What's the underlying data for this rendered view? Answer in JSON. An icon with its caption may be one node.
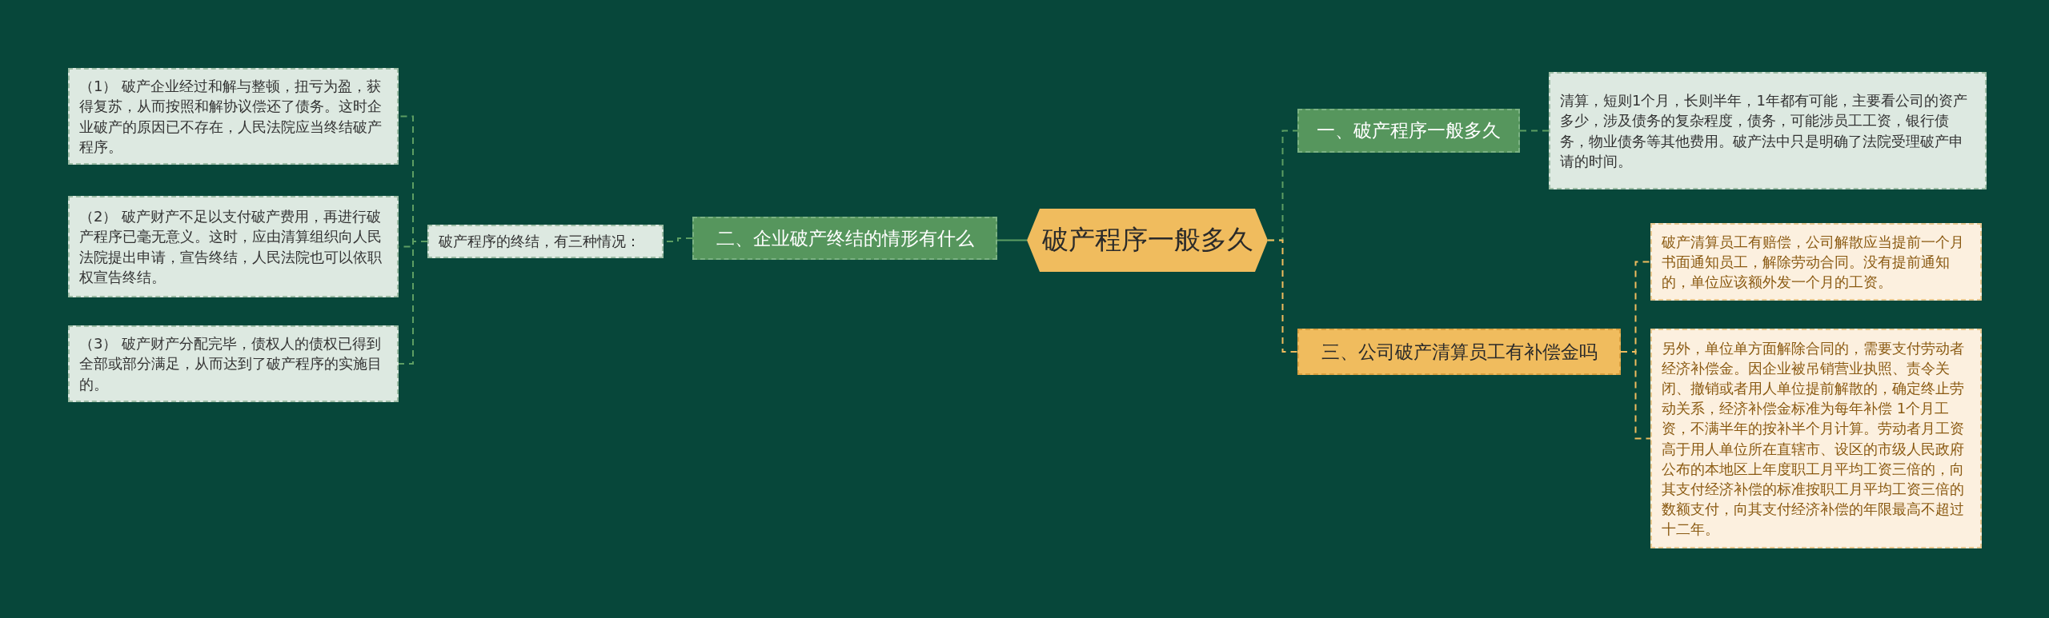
{
  "diagram": {
    "nodes": [
      {
        "text": [
          "破产程序一般多久"
        ]
      },
      {
        "text": [
          "二、企业破产终结的情形有什么"
        ]
      },
      {
        "text": [
          "破产程序的终结，有三种情况："
        ]
      },
      {
        "text": [
          "（1） 破产企业经过和解与整顿，扭亏为盈，获得复苏，从而按照和解协议偿还了债务。这时企业破产的原因已不存在，人民法院应当终结破产程序。"
        ]
      },
      {
        "text": [
          "（2） 破产财产不足以支付破产费用，再进行破产程序已毫无意义。这时，应由清算组织向人民法院提出申请，宣告终结，人民法院也可以依职权宣告终结。"
        ]
      },
      {
        "text": [
          "（3） 破产财产分配完毕，债权人的债权已得到全部或部分满足，从而达到了破产程序的实施目的。"
        ]
      },
      {
        "text": [
          "一、破产程序一般多久"
        ]
      },
      {
        "text": [
          "清算，短则1个月，长则半年，1年都有可能，主要看公司的资产多少，涉及债务的复杂程度，债务，可能涉员工工资，银行债务，物业债务等其他费用。破产法中只是明确了法院受理破产申请的时间。"
        ]
      },
      {
        "text": [
          "三、公司破产清算员工有补偿金吗"
        ]
      },
      {
        "text": [
          "破产清算员工有赔偿，公司解散应当提前一个月书面通知员工，解除劳动合同。没有提前通知的，单位应该额外发一个月的工资。"
        ]
      },
      {
        "text": [
          "另外，单位单方面解除合同的，需要支付劳动者经济补偿金。因企业被吊销营业执照、责令关闭、撤销或者用人单位提前解散的，确定终止劳动关系，经济补偿金标准为每年补偿 1个月工资，不满半年的按补半个月计算。劳动者月工资高于用人单位所在直辖市、设区的市级人民政府公布的本地区上年度职工月平均工资三倍的，向其支付经济补偿的标准按职工月平均工资三倍的数额支付，向其支付经济补偿的年限最高不超过十二年。"
        ]
      }
    ],
    "edges": [
      {
        "from": 0,
        "to": 1,
        "arrow": "none"
      },
      {
        "from": 1,
        "to": 2,
        "arrow": "none",
        "style": "dashed"
      },
      {
        "from": 2,
        "to": 3,
        "arrow": "none",
        "style": "dashed"
      },
      {
        "from": 2,
        "to": 4,
        "arrow": "none",
        "style": "dashed"
      },
      {
        "from": 2,
        "to": 5,
        "arrow": "none",
        "style": "dashed"
      },
      {
        "from": 0,
        "to": 6,
        "arrow": "none",
        "style": "dashed"
      },
      {
        "from": 6,
        "to": 7,
        "arrow": "none",
        "style": "dashed"
      },
      {
        "from": 0,
        "to": 8,
        "arrow": "none",
        "style": "dashed",
        "color": "#f0bc5e"
      },
      {
        "from": 8,
        "to": 9,
        "arrow": "none",
        "style": "dashed",
        "color": "#f0bc5e"
      },
      {
        "from": 8,
        "to": 10,
        "arrow": "none",
        "style": "dashed",
        "color": "#f0bc5e"
      }
    ]
  }
}
